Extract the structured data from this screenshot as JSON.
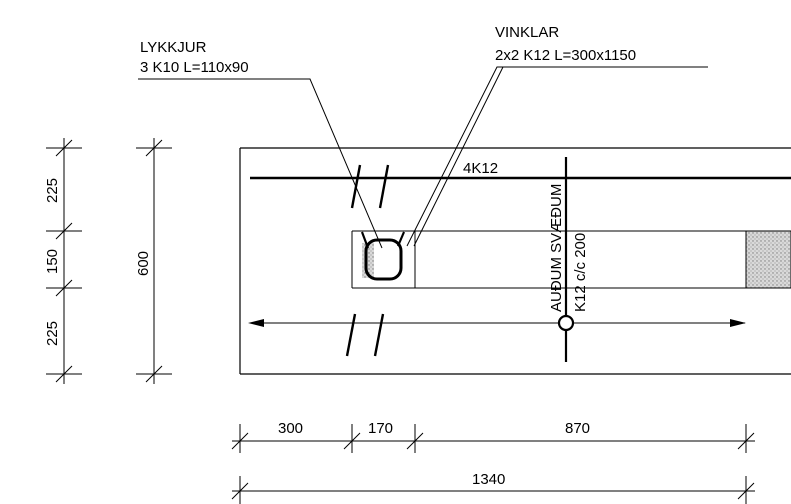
{
  "labels": {
    "stirrups_title": "LYKKJUR",
    "stirrups_spec": "3 K10 L=110x90",
    "angles_title": "VINKLAR",
    "angles_spec": "2x2 K12 L=300x1150",
    "top_rebar": "4K12",
    "void_note": "AUÐUM SVÆÐUM",
    "rebar_spacing": "K12 c/c 200"
  },
  "dimensions": {
    "left_top": "225",
    "left_mid": "150",
    "left_bottom": "225",
    "height_total": "600",
    "bottom_1": "300",
    "bottom_2": "170",
    "bottom_3": "870",
    "length_total": "1340"
  },
  "colors": {
    "ink": "#000000",
    "hatch": "#bdbdbd"
  }
}
